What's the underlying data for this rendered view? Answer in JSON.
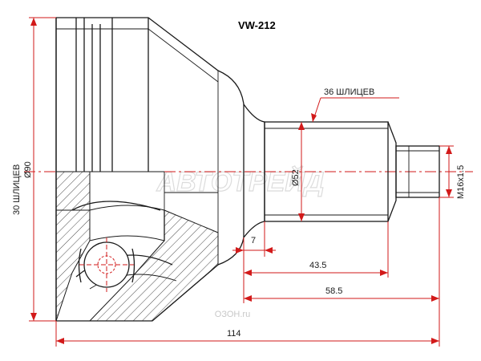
{
  "title": "VW-212",
  "labels": {
    "spline_outer": "36 ШЛИЦЕВ",
    "spline_inner": "30 ШЛИЦЕВ",
    "diameter_outer": "Ø90",
    "diameter_shaft": "Ø52",
    "thread": "M16x1.5",
    "dim_7": "7",
    "dim_43_5": "43.5",
    "dim_58_5": "58.5",
    "dim_114": "114"
  },
  "watermark": {
    "main": "АВТОТРЕЙД",
    "site": "ОЗОН.ru"
  },
  "colors": {
    "dimension": "#d21a1a",
    "outline": "#1a1a1a",
    "watermark": "#e3e3e3"
  }
}
